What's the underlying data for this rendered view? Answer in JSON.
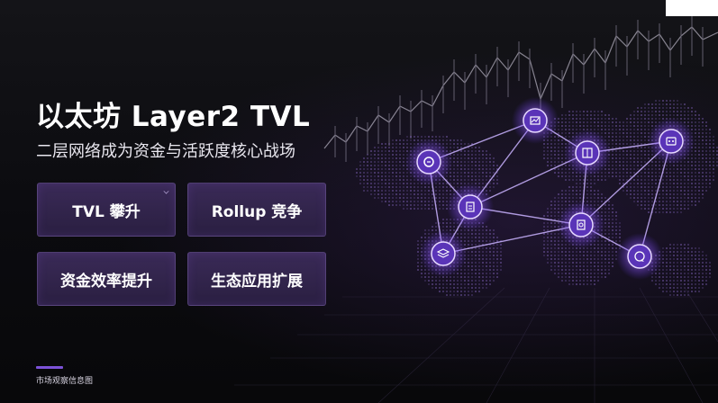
{
  "header": {
    "title": "以太坊 Layer2 TVL",
    "subtitle": "二层网络成为资金与活跃度核心战场"
  },
  "tiles": [
    {
      "label": "TVL 攀升"
    },
    {
      "label": "Rollup 竞争"
    },
    {
      "label": "资金效率提升"
    },
    {
      "label": "生态应用扩展"
    }
  ],
  "footer": {
    "caption": "市场观察信息图"
  },
  "colors": {
    "accent": "#7c52d8",
    "tile_bg": "#33264d",
    "node_glow": "#a67dff"
  },
  "network_icons": [
    "chart-icon",
    "coin-icon",
    "document-icon",
    "layers-icon",
    "pie-chart-icon",
    "robot-icon",
    "token-icon",
    "chat-icon"
  ]
}
